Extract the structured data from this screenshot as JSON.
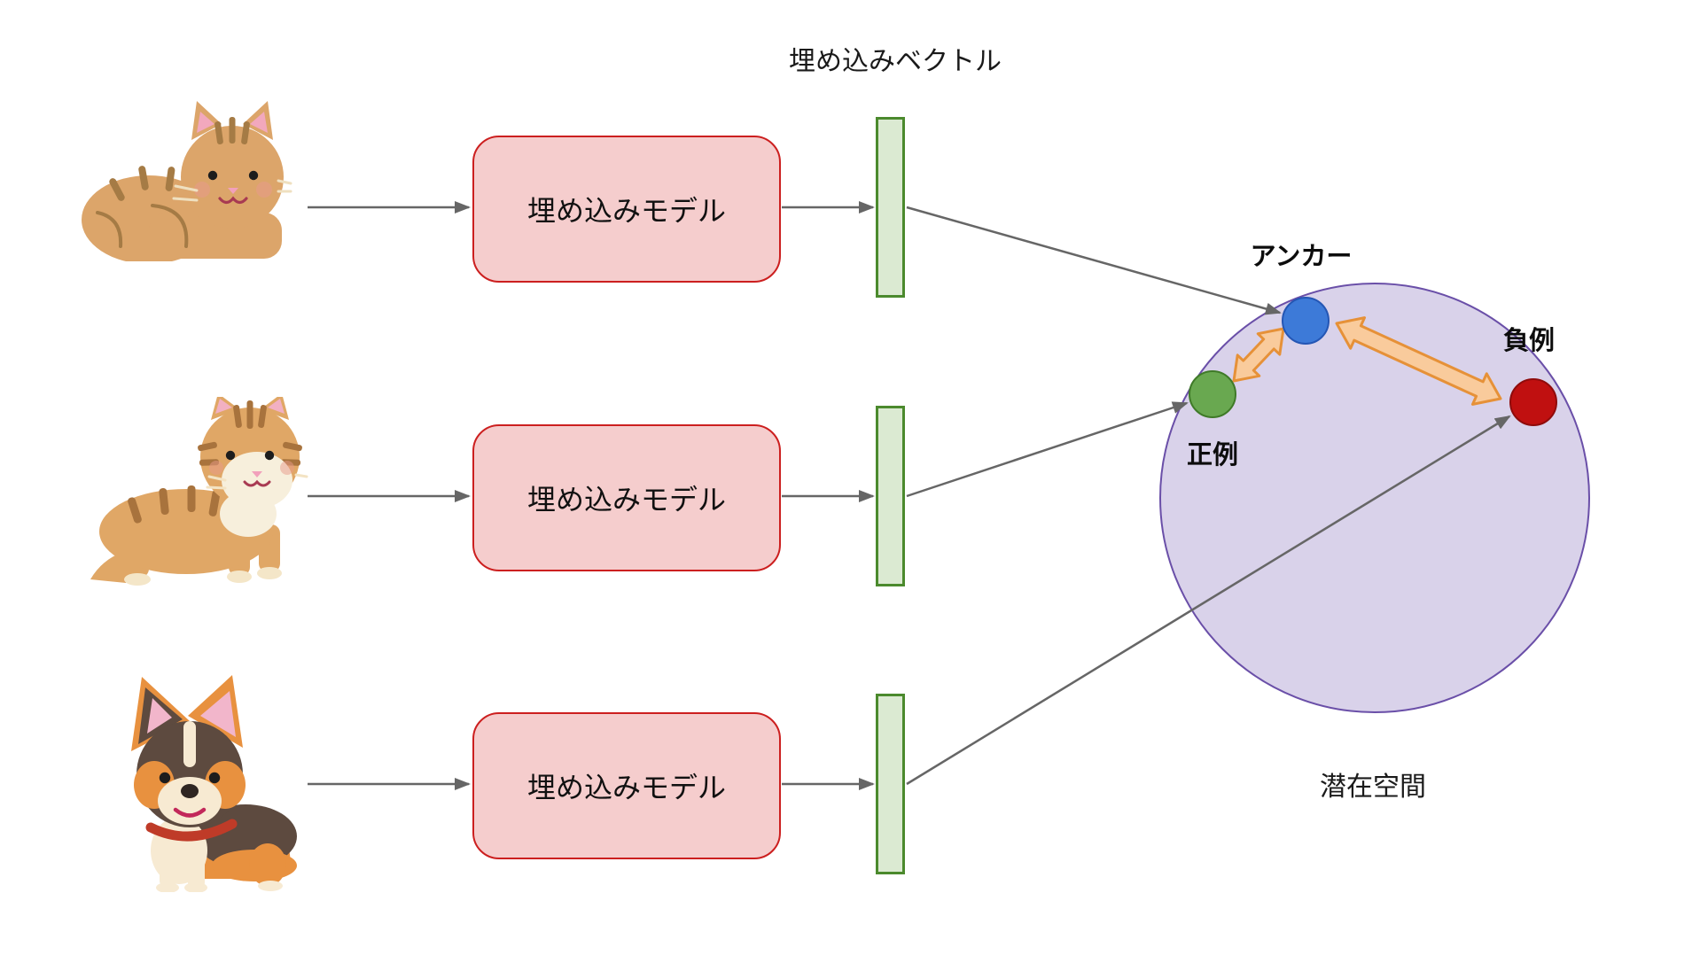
{
  "title": "埋め込みベクトル",
  "rows": [
    {
      "animal": "tabby-cat-sitting",
      "model": "埋め込みモデル"
    },
    {
      "animal": "longhair-cat-standing",
      "model": "埋め込みモデル"
    },
    {
      "animal": "corgi-dog-standing",
      "model": "埋め込みモデル"
    }
  ],
  "latent_space": {
    "label": "潜在空間",
    "points": [
      {
        "role": "anchor",
        "label": "アンカー",
        "color": "#3d7ad8"
      },
      {
        "role": "positive",
        "label": "正例",
        "color": "#69a850"
      },
      {
        "role": "negative",
        "label": "負例",
        "color": "#c01010"
      }
    ]
  },
  "icons": {
    "row1_input": "cat-loaf-illustration",
    "row2_input": "fluffy-cat-illustration",
    "row3_input": "corgi-illustration"
  },
  "colors": {
    "model_box_fill": "#f5cdcd",
    "model_box_border": "#cc1f1f",
    "vector_bar_fill": "#dbead2",
    "vector_bar_border": "#4b8a2d",
    "latent_circle_fill": "#d6cee8",
    "latent_circle_border": "#6a4fa8",
    "flow_arrow": "#666666",
    "distance_arrow_fill": "#f9cb9c",
    "distance_arrow_stroke": "#e69138"
  }
}
